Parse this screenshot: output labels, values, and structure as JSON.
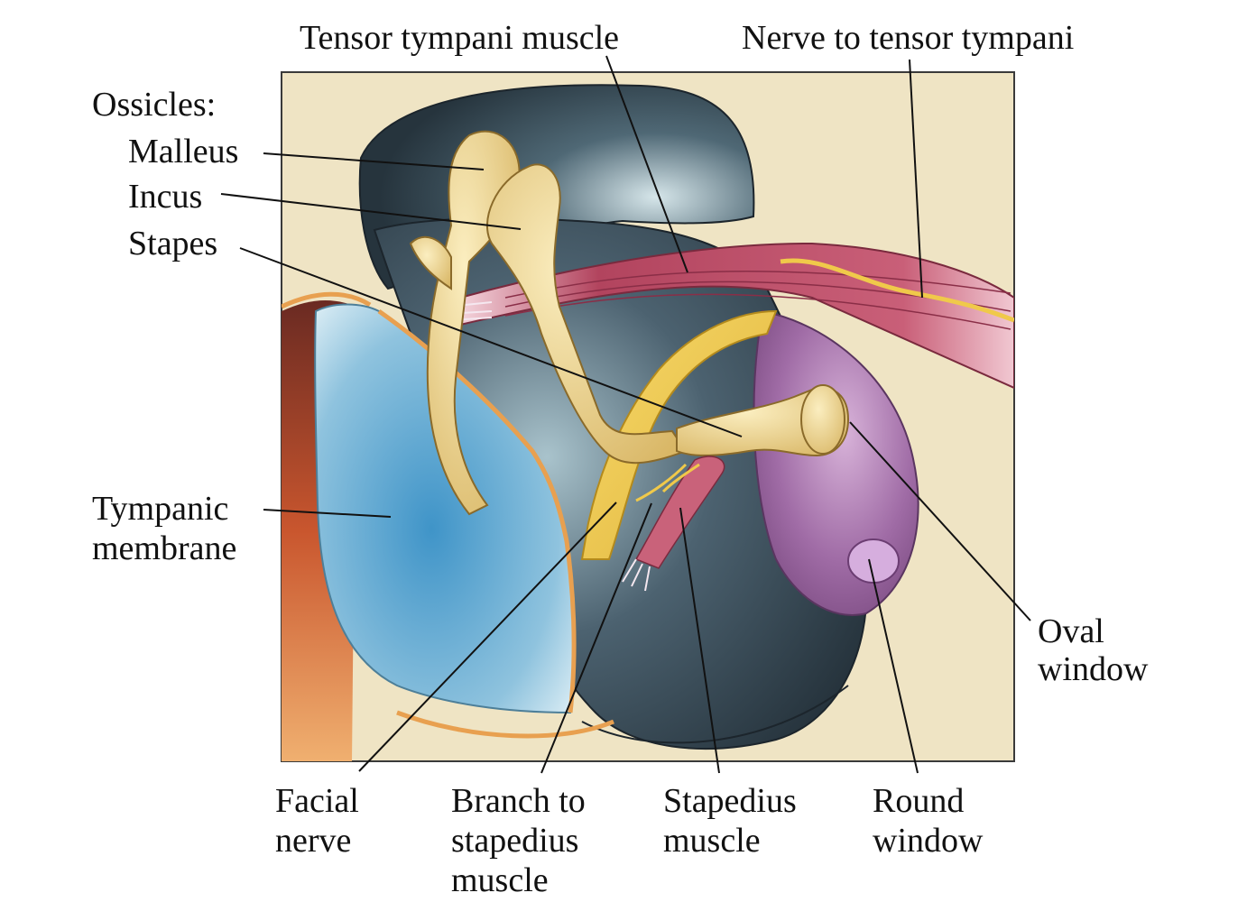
{
  "labels": {
    "tensor_tympani_muscle": "Tensor tympani muscle",
    "nerve_to_tensor_tympani": "Nerve to tensor tympani",
    "ossicles_heading": "Ossicles:",
    "malleus": "Malleus",
    "incus": "Incus",
    "stapes": "Stapes",
    "tympanic_membrane": [
      "Tympanic",
      "membrane"
    ],
    "oval_window": [
      "Oval",
      "window"
    ],
    "facial_nerve": [
      "Facial",
      "nerve"
    ],
    "branch_to_stapedius": [
      "Branch to",
      "stapedius",
      "muscle"
    ],
    "stapedius_muscle": [
      "Stapedius",
      "muscle"
    ],
    "round_window": [
      "Round",
      "window"
    ]
  },
  "colors": {
    "background_panel": "#efe4c4",
    "cavity_dark": "#2f3e48",
    "bone": "#e6c777",
    "facial_nerve": "#ecc64a",
    "tympanic_membrane": "#5ba7d0",
    "muscle": "#c9627a",
    "purple_wall": "#a772ab",
    "canal_wall": "#b5482a"
  }
}
